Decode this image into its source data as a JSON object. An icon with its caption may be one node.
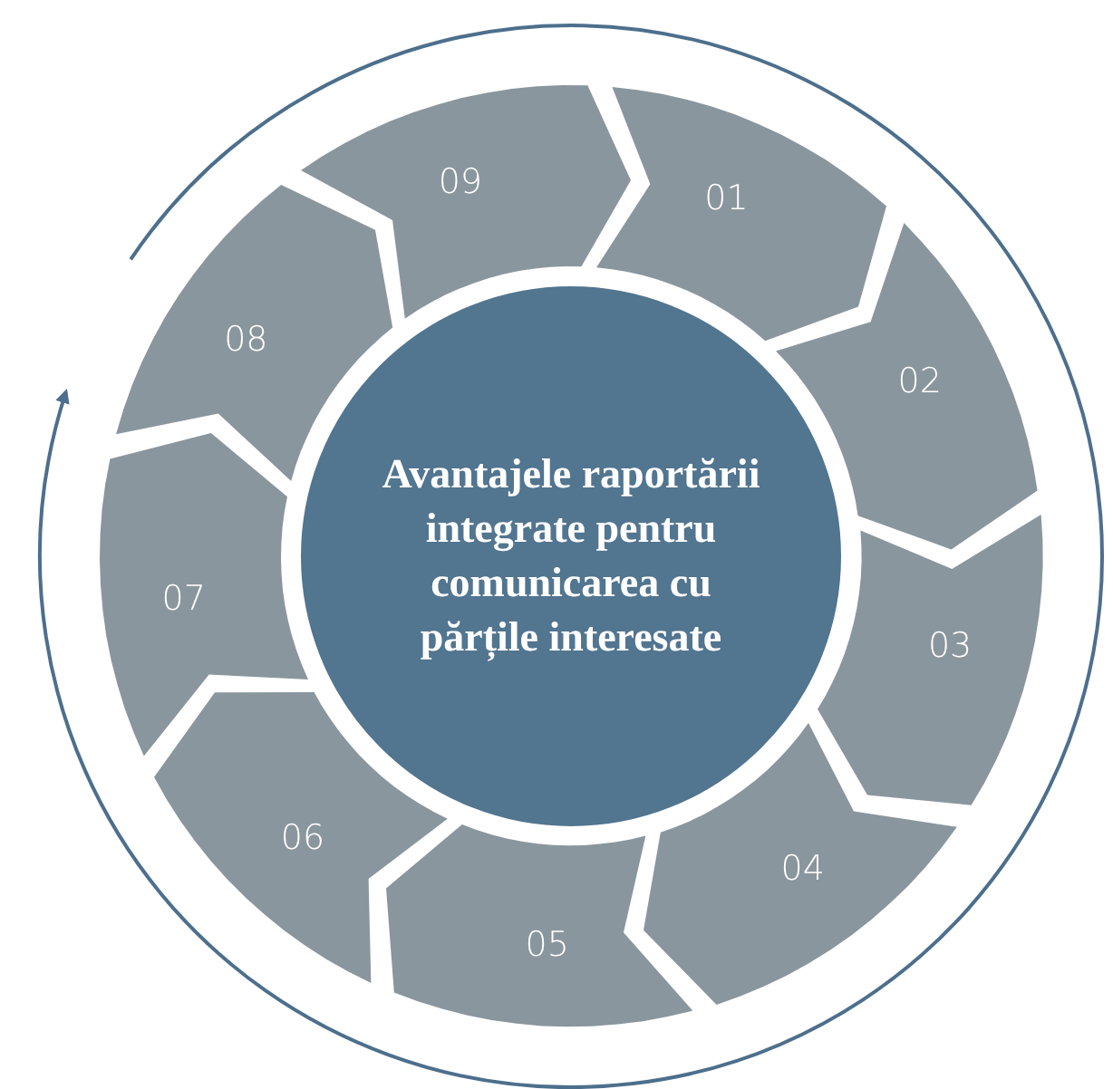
{
  "diagram": {
    "nodes": [
      {
        "text": [
          "Avantajele raportării integrate pentru comunicarea cu părțile interesate"
        ]
      },
      {
        "text": [
          "01"
        ]
      },
      {
        "text": [
          "02"
        ]
      },
      {
        "text": [
          "03"
        ]
      },
      {
        "text": [
          "04"
        ]
      },
      {
        "text": [
          "05"
        ]
      },
      {
        "text": [
          "06"
        ]
      },
      {
        "text": [
          "07"
        ]
      },
      {
        "text": [
          "08"
        ]
      },
      {
        "text": [
          "09"
        ]
      }
    ]
  }
}
